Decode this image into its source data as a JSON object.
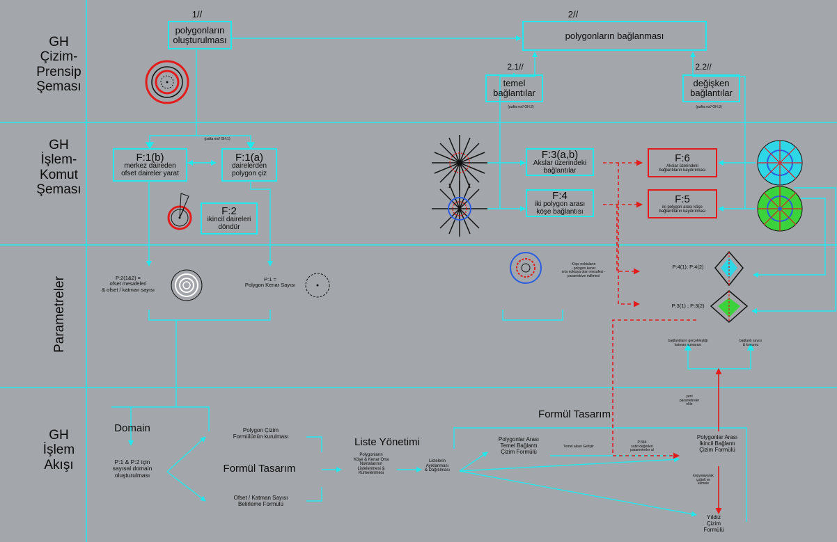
{
  "colors": {
    "background": "#a3a6aa",
    "line": "#22e8ee",
    "red": "#e31b1b",
    "text": "#0b0b0b",
    "green": "#3cd23c"
  },
  "rows": [
    {
      "title": "GH\nÇizim-\nPrensip\nŞeması"
    },
    {
      "title": "GH\nİşlem-\nKomut\nŞeması"
    },
    {
      "title": "Parametreler"
    },
    {
      "title": "GH\nİşlem\nAkışı"
    }
  ],
  "section1": {
    "label1": "1//",
    "label2": "2//",
    "label21": "2.1//",
    "label22": "2.2//",
    "box_polygon_create": "polygonların\noluşturulması",
    "box_polygon_connect": "polygonların bağlanması",
    "box_temel": "temel\nbağlantılar",
    "box_degisken": "değişken\nbağlantılar",
    "note_gh1": "(pafta no// GH:1)",
    "note_gh2": "(pafta no// GH:2)",
    "note_gh3": "(pafta no// GH:3)"
  },
  "section2": {
    "f1b_title": "F:1(b)",
    "f1b_sub": "merkez daireden\nofset daireler yarat",
    "f1a_title": "F:1(a)",
    "f1a_sub": "dairelerden\npolygon çiz",
    "f2_title": "F:2",
    "f2_sub": "ikincil daireleri\ndöndür",
    "f3_title": "F:3(a,b)",
    "f3_sub": "Akslar üzerindeki\nbağlantılar",
    "f4_title": "F:4",
    "f4_sub": "iki polygon arası\nköşe bağlantısı",
    "f6_title": "F:6",
    "f6_sub": "Akslar üzerindeki\nbağlantıların kaydırılması",
    "f5_title": "F:5",
    "f5_sub": "iki polygon arası köşe\nbağlantıların kaydırılması"
  },
  "section3": {
    "p2_label": "P:2(1&2) =\nofset mesafeleri\n& ofset / katman sayısı",
    "p1_label": "P:1 =\nPolygon Kenar Sayısı",
    "kose_note": "Köşe noktaların\n- polygon kenar\norta noktaya olan mesafesi -\nparametrize edilmesi",
    "p41_label": "P:4(1); P:4(2)",
    "p31_label": "P:3(1) ; P:3(2)",
    "baglanti_note1": "bağlantıların gerçekleştiği\nkatman numarası",
    "baglanti_note2": "bağlantı sayısı\n& konumu",
    "yeni_note": "yeni\nparametreler\nekle"
  },
  "section4": {
    "domain_title": "Domain",
    "domain_text": "P:1 & P:2 için\nsayısal domain\noluşturulması",
    "formul_title": "Formül Tasarım",
    "poly_cizim": "Polygon Çizim\nFormülünün kurulması",
    "ofset_formul": "Ofset / Katman Sayısı\nBelirleme Formülü",
    "liste_title": "Liste Yönetimi",
    "liste_text": "Polygonların\nKöşe & Kenar Orta\nNoktalarının\nListelenmesi &\nKümelenmesi",
    "ayik_text": "Listelerin\nAyıklanması\n& Dağıtılması",
    "formul2_title": "Formül Tasarım",
    "temel_formul": "Polygonlar Arası\nTemel Bağlantı\nÇizim Formülü",
    "temel_gelistir": "Temel aksın Geliştir",
    "p344_note": "P:344\nsabit değerleri\nparametreler al",
    "ikincil_formul": "Polygonlar Arası\nİkincil Bağlantı\nÇizim Formülü",
    "kopyala_note": "kopyalayarak\nçoğalt ve\nkümele",
    "yildiz_formul": "Yıldız\nÇizim\nFormülü"
  }
}
